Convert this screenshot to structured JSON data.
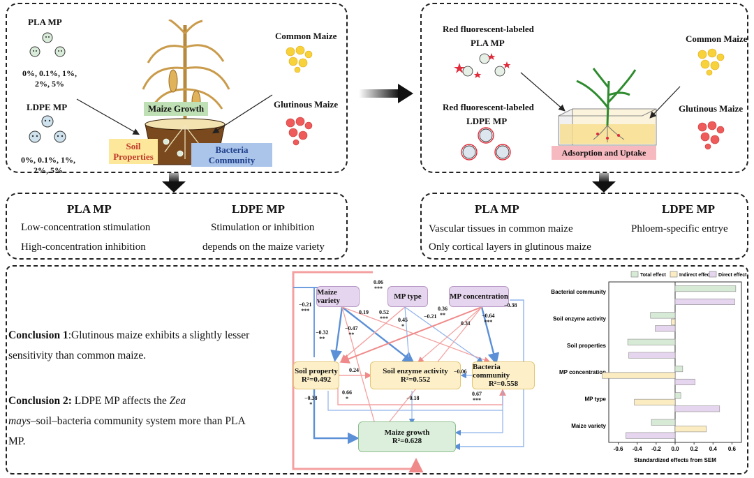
{
  "panel_tl": {
    "pla_mp": "PLA MP",
    "pla_conc_1": "0%, 0.1%, 1%,",
    "pla_conc_2": "2%, 5%",
    "ldpe_mp": "LDPE MP",
    "ldpe_conc_1": "0%, 0.1%, 1%,",
    "ldpe_conc_2": "2%, 5%",
    "maize_growth": "Maize Growth",
    "soil_properties_1": "Soil",
    "soil_properties_2": "Properties",
    "bacteria_community_1": "Bacteria",
    "bacteria_community_2": "Community",
    "common_maize": "Common Maize",
    "glutinous_maize": "Glutinous Maize"
  },
  "panel_tr": {
    "red_label_1": "Red fluorescent-labeled",
    "pla_mp": "PLA MP",
    "red_label_2": "Red fluorescent-labeled",
    "ldpe_mp": "LDPE MP",
    "adsorption": "Adsorption and Uptake",
    "common_maize": "Common Maize",
    "glutinous_maize": "Glutinous Maize"
  },
  "panel_ml": {
    "pla_title": "PLA MP",
    "ldpe_title": "LDPE MP",
    "pla_line1": "Low-concentration stimulation",
    "pla_line2": "High-concentration inhibition",
    "ldpe_line1": "Stimulation or inhibition",
    "ldpe_line2": "depends on the maize variety"
  },
  "panel_mr": {
    "pla_title": "PLA MP",
    "ldpe_title": "LDPE MP",
    "pla_line1": "Vascular tissues in common maize",
    "pla_line2": "Only cortical layers in glutinous maize",
    "ldpe_line1": "Phloem-specific entrye"
  },
  "conclusions": {
    "c1_label": "Conclusion 1",
    "c1_text_a": ":Glutinous maize exhibits a slightly lesser",
    "c1_text_b": "sensitivity than common maize.",
    "c2_label": "Conclusion 2:",
    "c2_text_a": " LDPE MP affects the ",
    "c2_zea": "Zea",
    "c2_mays": "mays",
    "c2_text_b": "–soil–bacteria community system more than PLA",
    "c2_text_c": "MP."
  },
  "sem": {
    "maize_variety": "Maize variety",
    "mp_type": "MP type",
    "mp_concentration": "MP concentration",
    "soil_property": "Soil property",
    "soil_property_r2": "R²=0.492",
    "soil_enzyme": "Soil enzyme activity",
    "soil_enzyme_r2": "R²=0.552",
    "bacteria": "Bacteria community",
    "bacteria_r2": "R²=0.558",
    "maize_growth": "Maize growth",
    "maize_growth_r2": "R²=0.628",
    "coefficients": {
      "c_006": "0.06\n***",
      "c_m021a": "−0.21\n***",
      "c_019": "0.19",
      "c_052": "0.52\n***",
      "c_045": "0.45\n*",
      "c_m021b": "−0.21",
      "c_036": "0.36\n**",
      "c_m064": "−0.64\n***",
      "c_m038a": "−0.38",
      "c_m032": "−0.32\n**",
      "c_m047": "−0.47\n**",
      "c_031": "0.31",
      "c_024": "0.24",
      "c_m006": "−0.06",
      "c_066": "0.66\n*",
      "c_m038b": "−0.38\n*",
      "c_m018": "−0.18",
      "c_067": "0.67\n***"
    }
  },
  "chart_data": {
    "type": "bar",
    "orientation": "horizontal",
    "xlabel": "Standardized effects from SEM",
    "ylabel": "",
    "categories": [
      "Bacterial community",
      "Soil enzyme activity",
      "Soil properties",
      "MP concentration",
      "MP type",
      "Maize variety"
    ],
    "series": [
      {
        "name": "Total effect",
        "color": "#d6ead6",
        "values": [
          0.64,
          -0.26,
          -0.5,
          0.08,
          0.06,
          -0.25
        ]
      },
      {
        "name": "Indirect effect",
        "color": "#fbecc2",
        "values": [
          0,
          -0.04,
          0,
          -0.77,
          -0.43,
          0.33
        ]
      },
      {
        "name": "Direct effect",
        "color": "#e6d5ee",
        "values": [
          0.63,
          -0.21,
          -0.49,
          0.21,
          0.47,
          -0.52
        ]
      }
    ],
    "xticks": [
      "-0.6",
      "-0.4",
      "-0.2",
      "0.0",
      "0.2",
      "0.4",
      "0.6"
    ],
    "xlim": [
      -0.7,
      0.7
    ],
    "legend": "top",
    "grid": false
  }
}
